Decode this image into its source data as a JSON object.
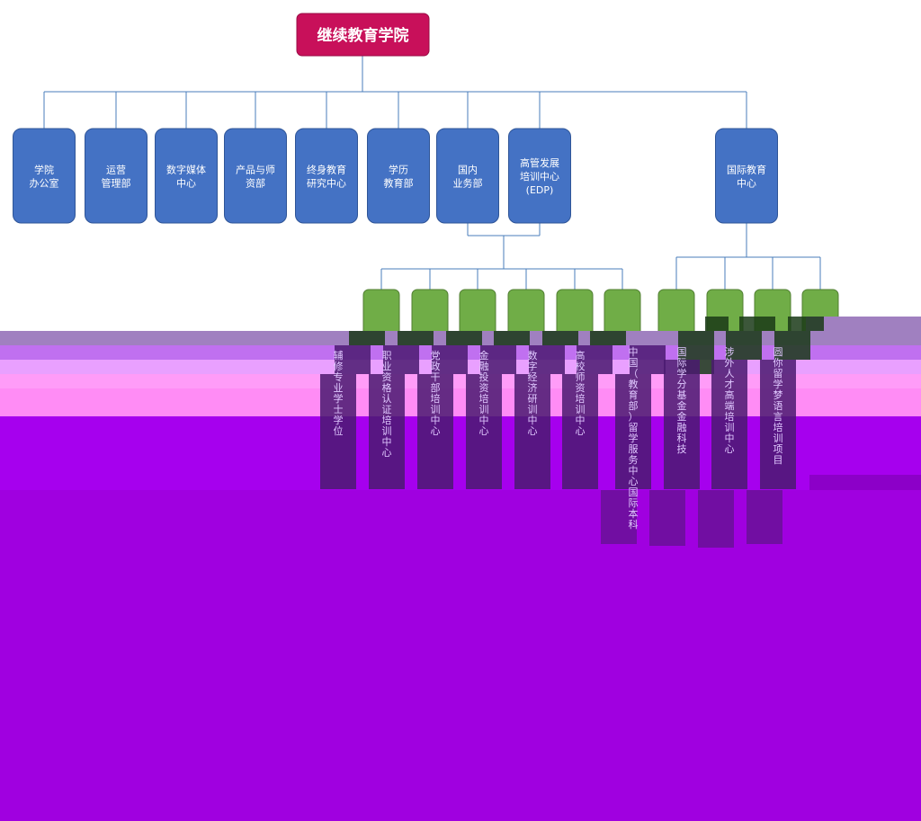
{
  "diagram": {
    "root": {
      "label": "继续教育学院"
    },
    "departments": [
      {
        "lines": [
          "学院",
          "办公室"
        ]
      },
      {
        "lines": [
          "运营",
          "管理部"
        ]
      },
      {
        "lines": [
          "数字媒体",
          "中心"
        ]
      },
      {
        "lines": [
          "产品与师",
          "资部"
        ]
      },
      {
        "lines": [
          "终身教育",
          "研究中心"
        ]
      },
      {
        "lines": [
          "学历",
          "教育部"
        ]
      },
      {
        "lines": [
          "国内",
          "业务部"
        ]
      },
      {
        "lines": [
          "高管发展",
          "培训中心",
          "(EDP)"
        ]
      },
      {
        "lines": [
          "国际教育",
          "中心"
        ]
      }
    ],
    "domestic_children": [
      {
        "label": "辅修专业学士学位"
      },
      {
        "label": "职业资格认证培训中心"
      },
      {
        "label": "党政干部培训中心"
      },
      {
        "label": "金融投资培训中心"
      },
      {
        "label": "数字经济研训中心"
      },
      {
        "label": "高校师资培训中心"
      }
    ],
    "international_children": [
      {
        "label": "中国（教育部）留学服务中心国际本科"
      },
      {
        "label": "国际学分基金金融科技"
      },
      {
        "label": "涉外人才高端培训中心"
      },
      {
        "label": "圆你留学梦语言培训项目"
      }
    ]
  },
  "colors": {
    "root_fill": "#c8105a",
    "department_fill": "#4472c4",
    "child_fill": "#70ad47",
    "connector": "#4a7ebb",
    "overlay_purple": "#a000e0"
  }
}
